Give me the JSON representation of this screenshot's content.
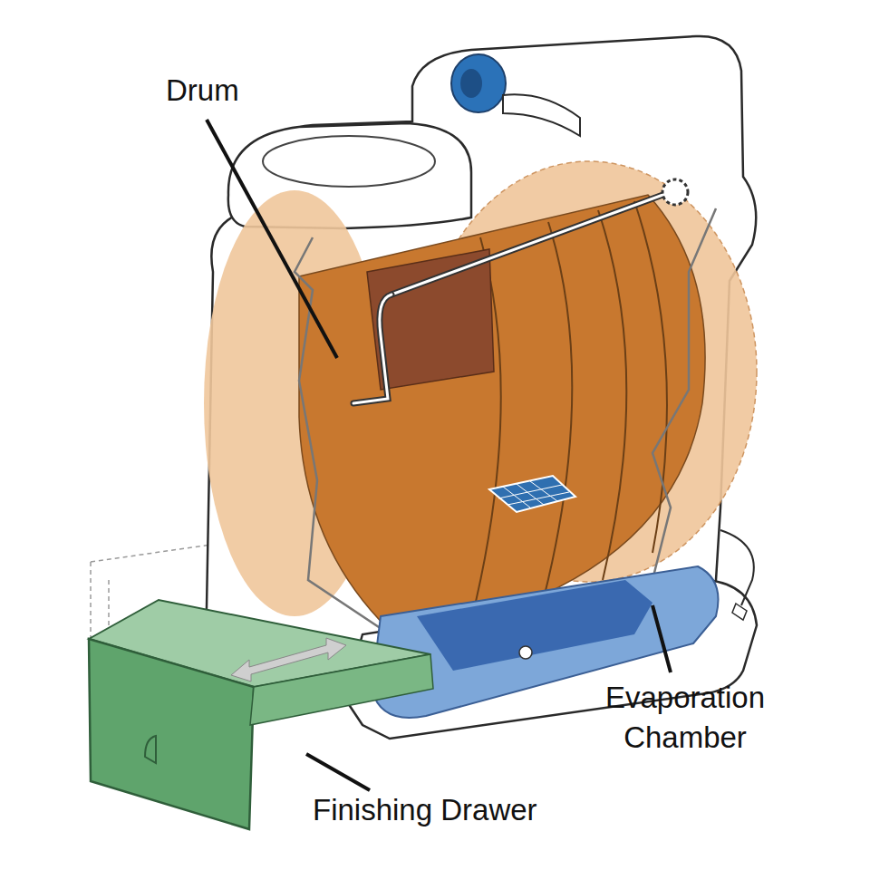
{
  "diagram": {
    "labels": [
      "Drum",
      "Evaporation Chamber",
      "Finishing Drawer"
    ]
  }
}
